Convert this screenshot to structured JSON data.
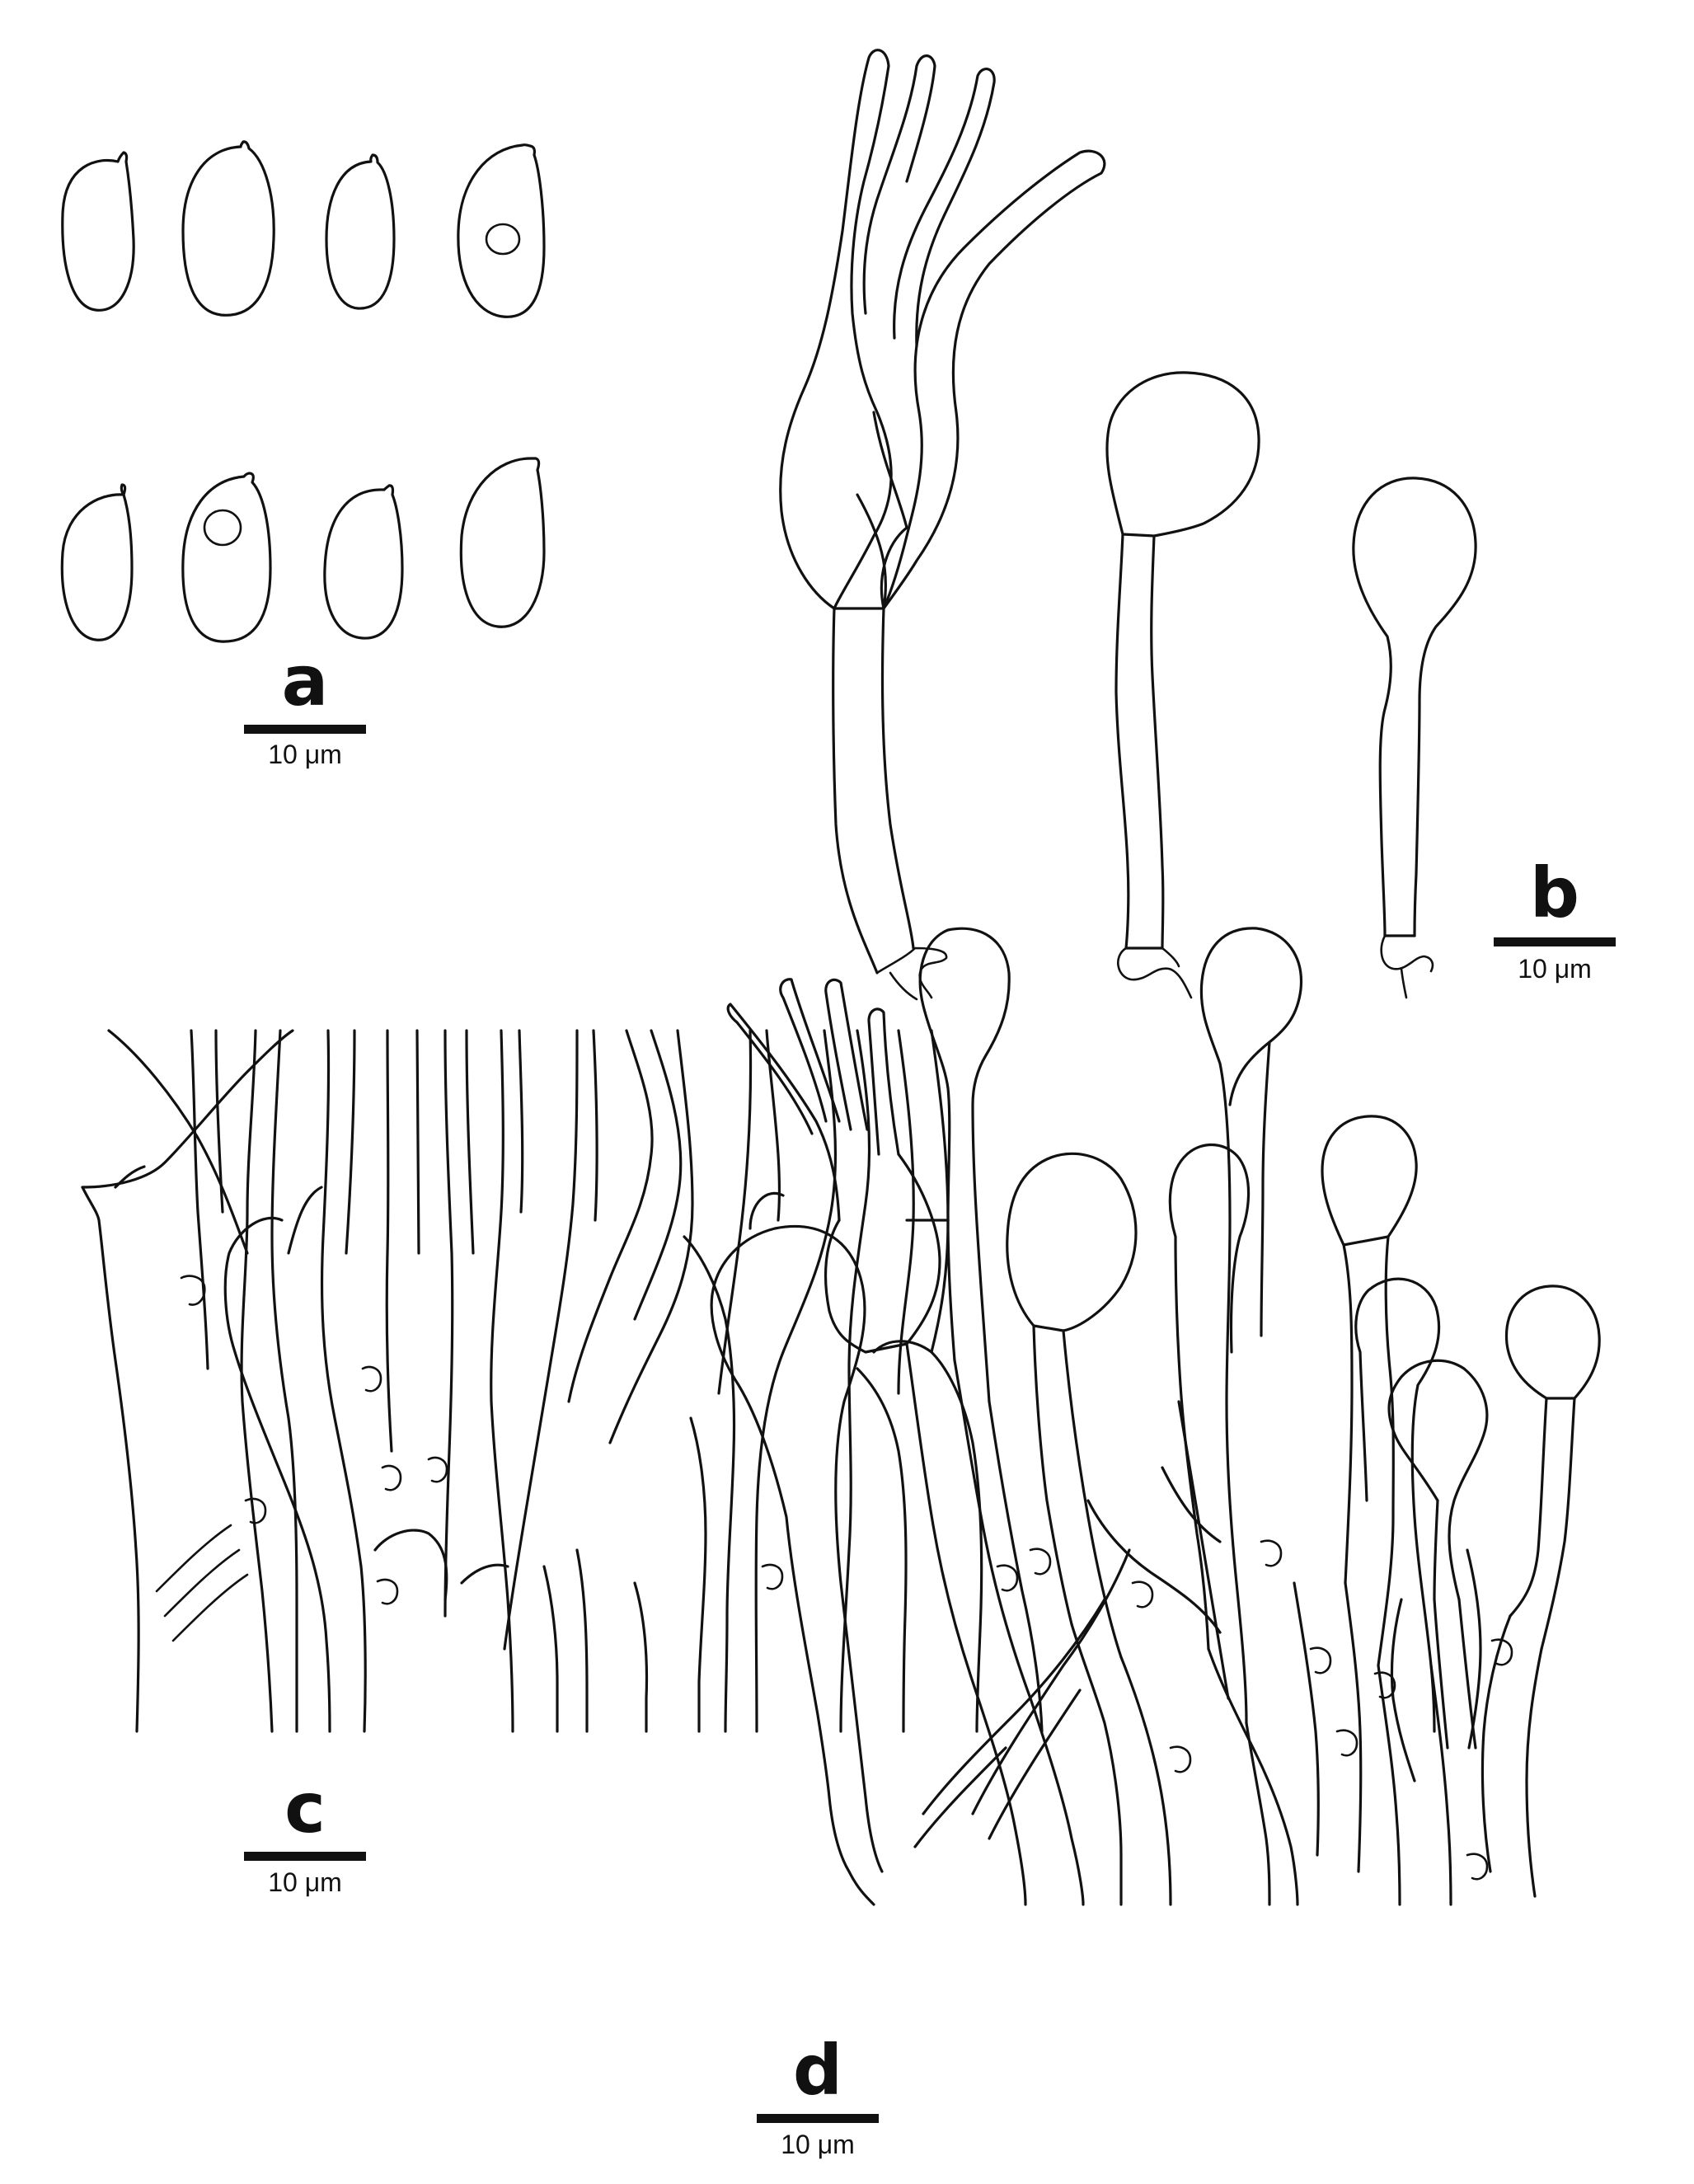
{
  "panels": [
    {
      "id": "a",
      "letter": "a",
      "scale_label": "10 μm"
    },
    {
      "id": "b",
      "letter": "b",
      "scale_label": "10 μm"
    },
    {
      "id": "c",
      "letter": "c",
      "scale_label": "10 μm"
    },
    {
      "id": "d",
      "letter": "d",
      "scale_label": "10 μm"
    }
  ],
  "colors": {
    "ink": "#111111",
    "background": "#ffffff"
  }
}
